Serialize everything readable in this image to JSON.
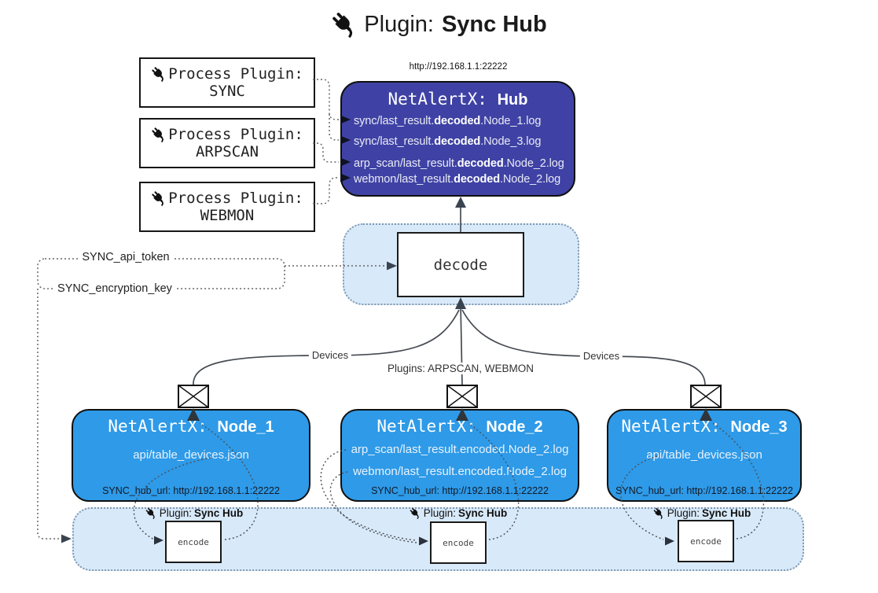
{
  "title": {
    "icon": "plug-icon",
    "prefix": "Plugin:",
    "name": "Sync Hub"
  },
  "process_plugins": [
    {
      "icon": "plug-icon",
      "label": "Process Plugin:",
      "name": "SYNC"
    },
    {
      "icon": "plug-icon",
      "label": "Process Plugin:",
      "name": "ARPSCAN"
    },
    {
      "icon": "plug-icon",
      "label": "Process Plugin:",
      "name": "WEBMON"
    }
  ],
  "hub": {
    "url": "http://192.168.1.1:22222",
    "title_prefix": "NetAlertX:",
    "title_name": "Hub",
    "logs": [
      {
        "pre": "sync/last_result.",
        "bold": "decoded",
        "post": ".Node_1.log"
      },
      {
        "pre": "sync/last_result.",
        "bold": "decoded",
        "post": ".Node_3.log"
      },
      {
        "pre": "arp_scan/last_result.",
        "bold": "decoded",
        "post": ".Node_2.log"
      },
      {
        "pre": "webmon/last_result.",
        "bold": "decoded",
        "post": ".Node_2.log"
      }
    ]
  },
  "decode_label": "decode",
  "secrets": {
    "api_token": "SYNC_api_token",
    "encryption_key": "SYNC_encryption_key"
  },
  "edge_labels": {
    "devices_left": "Devices",
    "plugins_middle": "Plugins: ARPSCAN, WEBMON",
    "devices_right": "Devices"
  },
  "nodes": [
    {
      "icon": "envelope-icon",
      "title_prefix": "NetAlertX:",
      "title_name": "Node_1",
      "files": [
        "api/table_devices.json"
      ],
      "hub_url": "SYNC_hub_url: http://192.168.1.1:22222"
    },
    {
      "icon": "envelope-icon",
      "title_prefix": "NetAlertX:",
      "title_name": "Node_2",
      "files": [
        "arp_scan/last_result.encoded.Node_2.log",
        "webmon/last_result.encoded.Node_2.log"
      ],
      "hub_url": "SYNC_hub_url: http://192.168.1.1:22222"
    },
    {
      "icon": "envelope-icon",
      "title_prefix": "NetAlertX:",
      "title_name": "Node_3",
      "files": [
        "api/table_devices.json"
      ],
      "hub_url": "SYNC_hub_url: http://192.168.1.1:22222"
    }
  ],
  "encode_band": {
    "icon": "plug-icon",
    "plugin_prefix": "Plugin:",
    "plugin_name": "Sync Hub",
    "encode_label": "encode"
  },
  "colors": {
    "hub_fill": "#3F42A4",
    "node_fill": "#2E9AE8",
    "band_fill": "#D8E9F9",
    "band_border": "#8099B1",
    "line": "#454B52"
  }
}
